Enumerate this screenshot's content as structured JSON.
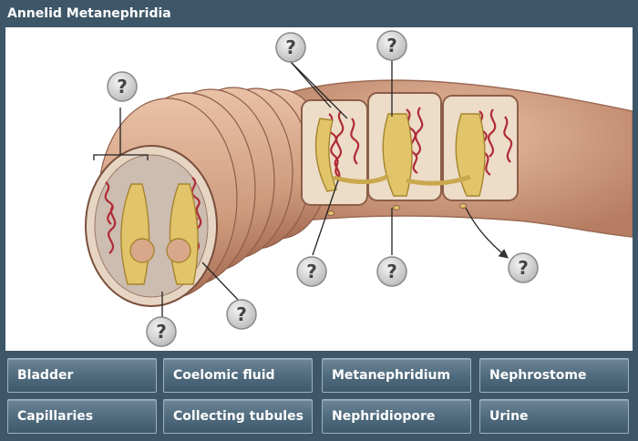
{
  "title": "Annelid Metanephridia",
  "hotspots": {
    "symbol": "?",
    "count": 8
  },
  "label_bank": [
    "Bladder",
    "Coelomic fluid",
    "Metanephridium",
    "Nephrostome",
    "Capillaries",
    "Collecting tubules",
    "Nephridiopore",
    "Urine"
  ],
  "colors": {
    "header_bg": "#3d5668",
    "body_skin": "#d9a88a",
    "segment_inner": "#ecdcc8",
    "tubule": "#e2c46a",
    "capillary": "#b02a35",
    "question_circle": "#d8d8d8"
  }
}
